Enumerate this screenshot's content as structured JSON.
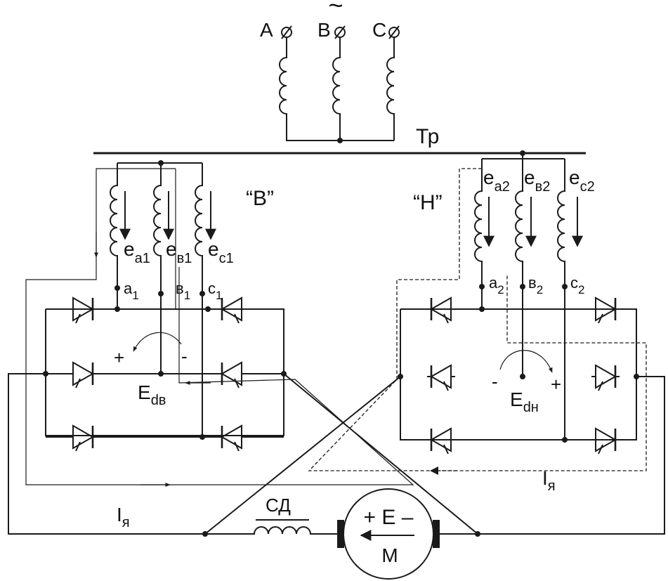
{
  "labels": {
    "ac_symbol": "~",
    "phase_a": "A",
    "phase_b": "B",
    "phase_c": "C",
    "transformer": "Тр",
    "group_b": "“В”",
    "group_h": "“Н”",
    "ea1": {
      "m": "e",
      "s": "а1"
    },
    "eb1": {
      "m": "e",
      "s": "в1"
    },
    "ec1": {
      "m": "e",
      "s": "c1"
    },
    "ea2": {
      "m": "e",
      "s": "а2"
    },
    "eb2": {
      "m": "e",
      "s": "в2"
    },
    "ec2": {
      "m": "e",
      "s": "c2"
    },
    "a1": {
      "m": "a",
      "s": "1"
    },
    "b1": {
      "m": "в",
      "s": "1"
    },
    "c1": {
      "m": "c",
      "s": "1"
    },
    "a2": {
      "m": "a",
      "s": "2"
    },
    "b2": {
      "m": "в",
      "s": "2"
    },
    "c2": {
      "m": "c",
      "s": "2"
    },
    "edb": {
      "m": "E",
      "s": "dв"
    },
    "edn": {
      "m": "E",
      "s": "dн"
    },
    "plus": "+",
    "minus": "-",
    "ia_left": {
      "m": "I",
      "s": "я"
    },
    "ia_right": {
      "m": "I",
      "s": "я"
    },
    "choke": "СД",
    "motor_e": "+ E –",
    "motor_m": "M"
  }
}
